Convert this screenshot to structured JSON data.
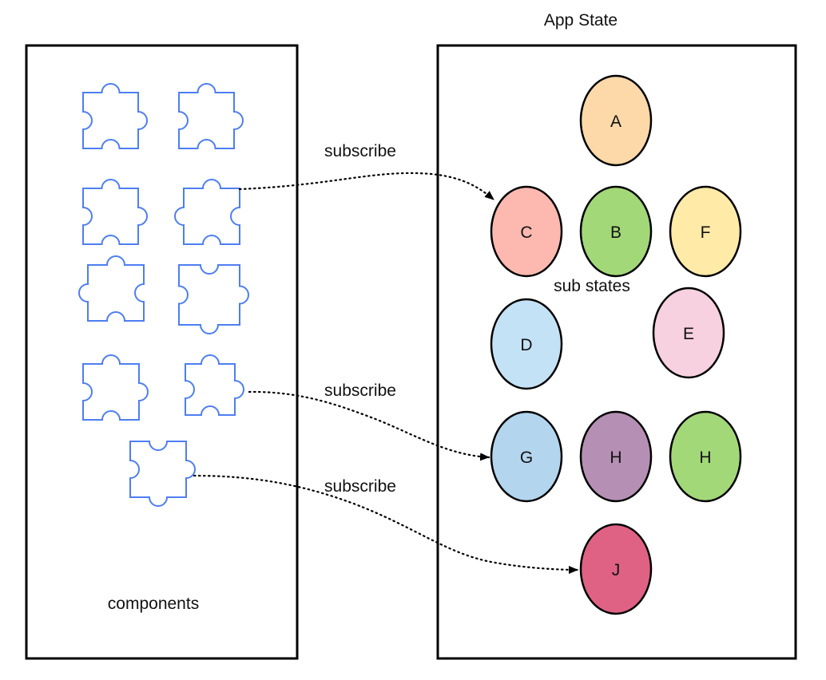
{
  "diagram": {
    "title": "App State",
    "components_label": "components",
    "sub_states_label": "sub states",
    "colors": {
      "piece_stroke": "#4d7ef2",
      "box_stroke": "#000000"
    },
    "components": [
      {
        "id": "p1"
      },
      {
        "id": "p2"
      },
      {
        "id": "p3"
      },
      {
        "id": "p4"
      },
      {
        "id": "p5"
      },
      {
        "id": "p6"
      },
      {
        "id": "p7"
      },
      {
        "id": "p8"
      },
      {
        "id": "p9"
      }
    ],
    "states": [
      {
        "id": "A",
        "label": "A",
        "color": "#fdd9a9"
      },
      {
        "id": "C",
        "label": "C",
        "color": "#fdb9b0"
      },
      {
        "id": "B",
        "label": "B",
        "color": "#a3d879"
      },
      {
        "id": "F",
        "label": "F",
        "color": "#ffeaa8"
      },
      {
        "id": "D",
        "label": "D",
        "color": "#c4e2f6"
      },
      {
        "id": "E",
        "label": "E",
        "color": "#f7d1df"
      },
      {
        "id": "G",
        "label": "G",
        "color": "#b3d5ee"
      },
      {
        "id": "H1",
        "label": "H",
        "color": "#b590b4"
      },
      {
        "id": "H2",
        "label": "H",
        "color": "#a3d879"
      },
      {
        "id": "J",
        "label": "J",
        "color": "#df6285"
      }
    ],
    "connections": [
      {
        "from": "p4",
        "to": "C",
        "label": "subscribe"
      },
      {
        "from": "p8",
        "to": "G",
        "label": "subscribe"
      },
      {
        "from": "p9",
        "to": "J",
        "label": "subscribe"
      }
    ]
  }
}
